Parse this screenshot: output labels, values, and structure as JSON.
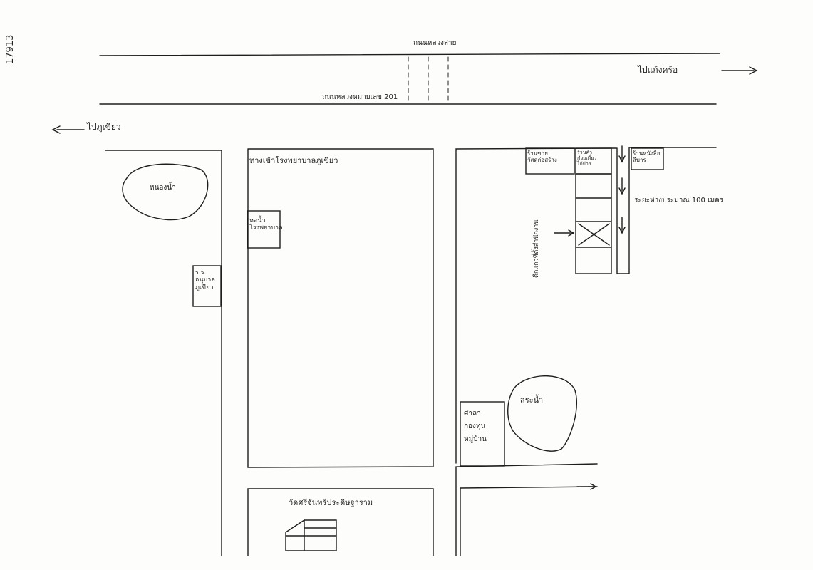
{
  "map": {
    "sheet_number": "17913",
    "road_top": "ถนนหลวงสาย",
    "road_top_number": "ถนนหลวงหมายเลข 201",
    "to_left": "ไปภูเขียว",
    "to_right": "ไปแก้งคร้อ",
    "pond_left": "หนองน้ำ",
    "hospital": "ทางเข้าโรงพยาบาลภูเขียว",
    "water_tower": "หอน้ำ\nโรงพยาบาล",
    "school": "ร.ร.\nอนุบาล\nภูเขียว",
    "shop_1": "ร้านขาย\nวัสดุก่อสร้าง",
    "shop_2": "ร้านค้า\nก๋วยเตี๋ยว\nไก่ย่าง",
    "shop_3": "ร้านหนังสือ\nสีบาร",
    "distance": "ระยะห่างประมาณ 100 เมตร",
    "target_building": "ตึกแถวที่ตั้งสำนักงาน",
    "pond_right": "สระน้ำ",
    "office": "ศาลา\nกองทุน\nหมู่บ้าน",
    "temple": "วัดศรีจันทร์ประดิษฐาราม",
    "colors": {
      "ink": "#1e1e1e",
      "paper": "#fdfdfb"
    }
  }
}
